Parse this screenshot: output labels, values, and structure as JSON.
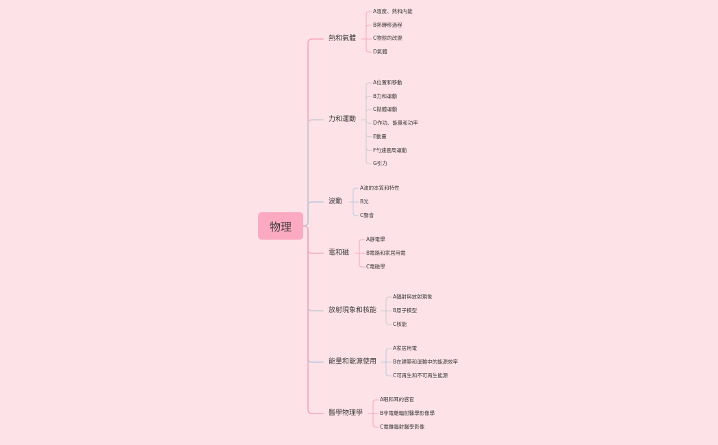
{
  "mindmap": {
    "root": "物理",
    "branches": [
      {
        "label": "熱和氣體",
        "color": "#f4a7bb",
        "children": [
          "A溫度、熱和內能",
          "B熱轉移過程",
          "C物態的改變",
          "D氣體"
        ]
      },
      {
        "label": "力和運動",
        "color": "#c9c9d1",
        "children": [
          "A位置和移動",
          "B力和運動",
          "C拋體運動",
          "D作功、能量和功率",
          "E動量",
          "F勻速圓周運動",
          "G引力"
        ]
      },
      {
        "label": "波動",
        "color": "#b9c9de",
        "children": [
          "A波的本質和特性",
          "B光",
          "C聲音"
        ]
      },
      {
        "label": "電和磁",
        "color": "#f4a7bb",
        "children": [
          "A靜電學",
          "B電路和家居用電",
          "C電磁學"
        ]
      },
      {
        "label": "放射現象和核能",
        "color": "#c9c9d1",
        "children": [
          "A輻射與放射現象",
          "B原子模型",
          "C核能"
        ]
      },
      {
        "label": "能量和能源使用",
        "color": "#b9c9de",
        "children": [
          "A家居用電",
          "B在建築和運輸中的能源效率",
          "C可再生和不可再生能源"
        ]
      },
      {
        "label": "醫學物理學",
        "color": "#f4a7bb",
        "children": [
          "A眼和耳的感官",
          "B非電離輻射醫學影像學",
          "C電離輻射醫學影像"
        ]
      }
    ]
  }
}
